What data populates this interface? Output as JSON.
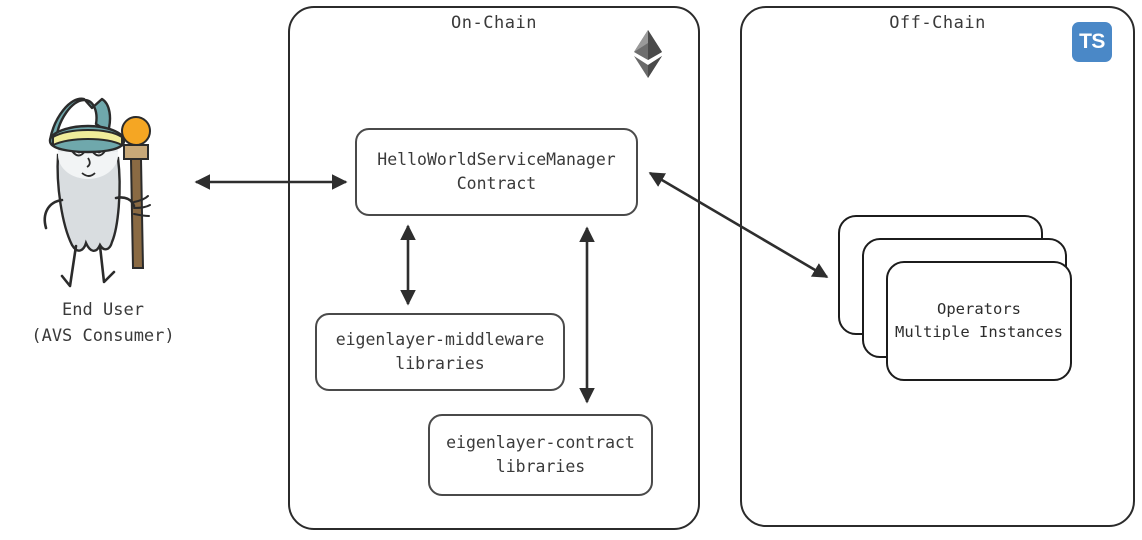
{
  "diagram": {
    "title": "AVS On-Chain / Off-Chain architecture",
    "colors": {
      "panel_stroke": "#2b2b2b",
      "node_stroke": "#4a4a4a",
      "arrow": "#2e2e2e",
      "text": "#3a3a3a",
      "ts_blue": "#4a88c7",
      "hat_teal": "#6fa8ac",
      "hat_band": "#f0ec9a",
      "orb_orange": "#f5a623",
      "staff_brown": "#8a6a43",
      "beard_gray": "#d9dde0"
    }
  },
  "panels": [
    {
      "id": "on-chain",
      "title": "On-Chain",
      "badge": "ethereum-icon"
    },
    {
      "id": "off-chain",
      "title": "Off-Chain",
      "badge": "typescript-icon"
    }
  ],
  "badges": {
    "ethereum": {
      "name": "ethereum-icon"
    },
    "typescript": {
      "name": "typescript-icon",
      "label": "TS"
    }
  },
  "actor": {
    "name": "wizard-avatar",
    "label": "End User\n(AVS Consumer)"
  },
  "nodes": [
    {
      "id": "service-manager",
      "label": "HelloWorldServiceManager\nContract"
    },
    {
      "id": "middleware",
      "label": "eigenlayer-middleware\nlibraries"
    },
    {
      "id": "contracts",
      "label": "eigenlayer-contract\nlibraries"
    },
    {
      "id": "operators",
      "label": "Operators\nMultiple Instances"
    }
  ],
  "connections": [
    {
      "id": "user-to-service-manager",
      "from": "End User",
      "to": "HelloWorldServiceManager Contract",
      "style": "bidirectional"
    },
    {
      "id": "service-manager-to-middleware",
      "from": "HelloWorldServiceManager Contract",
      "to": "eigenlayer-middleware libraries",
      "style": "bidirectional"
    },
    {
      "id": "service-manager-to-contracts",
      "from": "HelloWorldServiceManager Contract",
      "to": "eigenlayer-contract libraries",
      "style": "bidirectional"
    },
    {
      "id": "service-manager-to-operators",
      "from": "HelloWorldServiceManager Contract",
      "to": "Operators",
      "style": "bidirectional"
    }
  ]
}
